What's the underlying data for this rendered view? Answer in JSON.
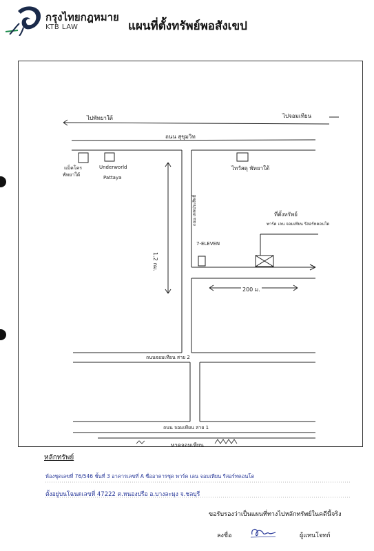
{
  "header": {
    "logo_thai": "กรุงไทยกฎหมาย",
    "logo_en": "KTB LAW",
    "title": "แผนที่ตั้งทรัพย์พอสังเขป"
  },
  "map": {
    "to_left": "ไปพัทยาใต้",
    "to_right": "ไปจอมเทียน",
    "main_road": "ถนน สุขุมวิท",
    "landmark_left_1": "แม็คโคร",
    "landmark_left_1b": "พัทยาใต้",
    "landmark_left_2": "Underworld",
    "landmark_left_2b": "Pattaya",
    "landmark_right": "ไทวัสดุ พัทยาใต้",
    "side_road": "ถนน เทพประสิทธิ์",
    "distance_vertical": "1.2 กม.",
    "seven_eleven": "7-ELEVEN",
    "property_label": "ที่ตั้งทรัพย์",
    "property_name": "พาร์ค เลน จอมเทียน รีสอร์ทคอนโด",
    "distance_horizontal": "200 ม.",
    "road_lower_1": "ถนนจอมเทียน สาย 2",
    "road_lower_2": "ถนน จอมเทียน สาย 1",
    "beach": "หาดจอมเทียน"
  },
  "collateral": {
    "label": "หลักทรัพย์",
    "line1": "ห้องชุดเลขที่ 76/546 ชั้นที่ 3 อาคารเลขที่ A ชื่ออาคารชุด พาร์ค เลน จอมเทียน รีสอร์ทคอนโด",
    "line2": "ตั้งอยู่บนโฉนดเลขที่ 47222 ต.หนองปรือ อ.บางละมุง จ.ชลบุรี"
  },
  "footer": {
    "certify": "ขอรับรองว่าเป็นแผนที่ทางไปหลักทรัพย์ในคดีนี้จริง",
    "sign_label": "ลงชื่อ",
    "sign_role": "ผู้แทนโจทก์"
  }
}
